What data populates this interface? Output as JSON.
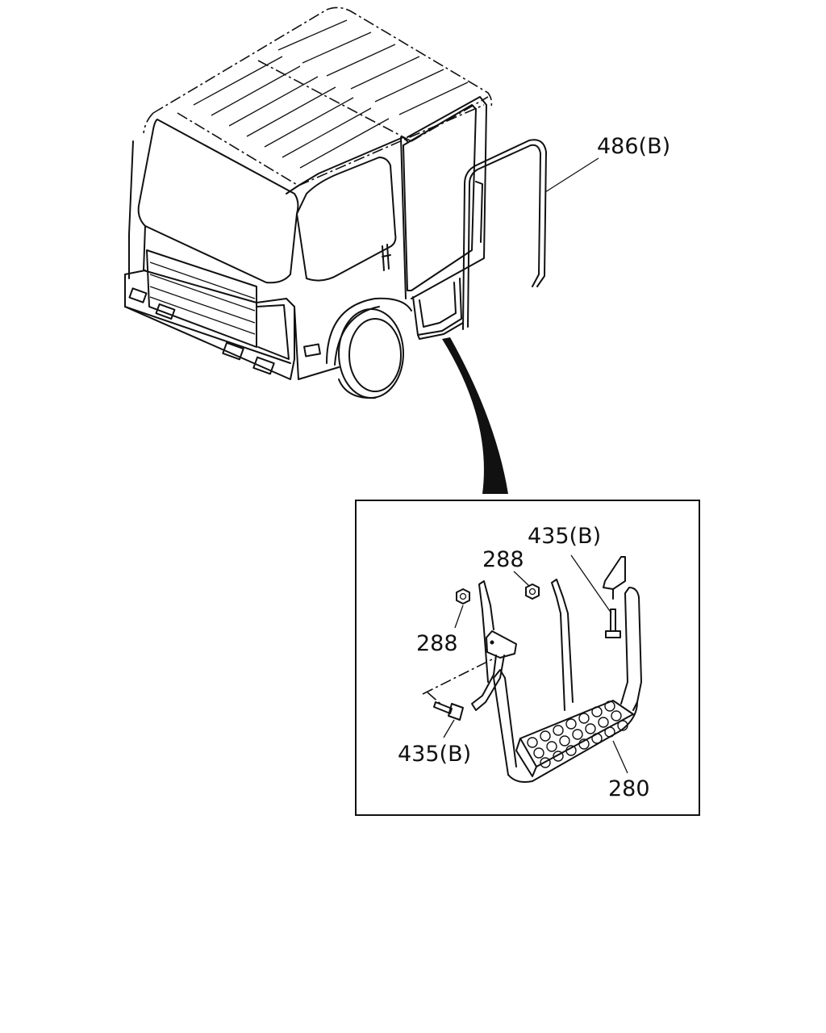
{
  "callouts": {
    "weatherstrip": "486(B)",
    "bolt_upper": "435(B)",
    "nut_upper": "288",
    "nut_left": "288",
    "bolt_lower": "435(B)",
    "step": "280"
  }
}
